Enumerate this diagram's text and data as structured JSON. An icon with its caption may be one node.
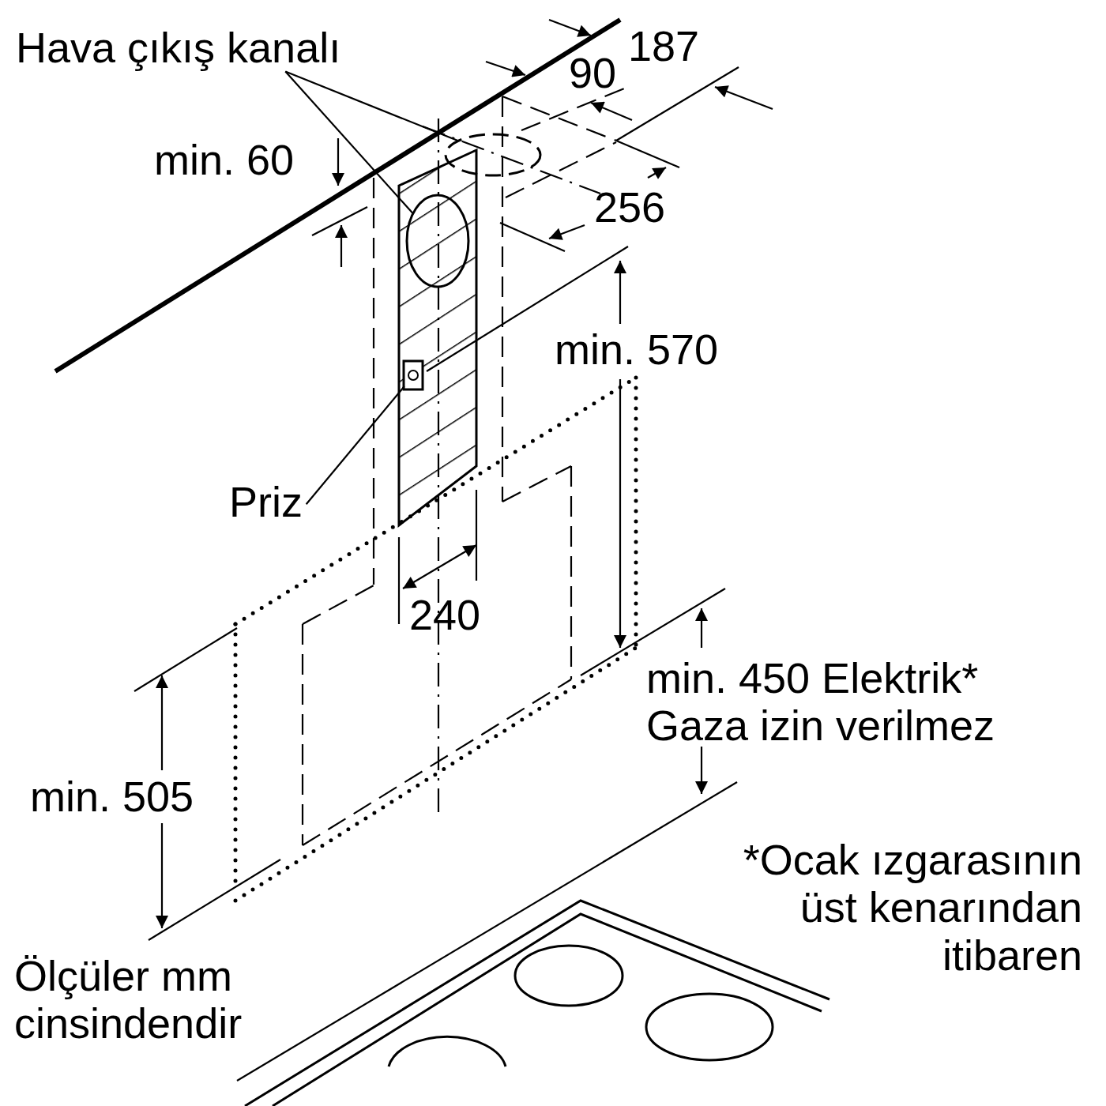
{
  "diagram": {
    "nodes": [
      {
        "text": [
          "Hava çıkış kanalı"
        ]
      },
      {
        "text": [],
        "shape": "circle"
      },
      {
        "text": [],
        "shape": "circle"
      },
      {
        "text": [
          "Priz"
        ]
      },
      {
        "text": [],
        "shape": "box"
      }
    ],
    "edges": [
      {
        "from": 0,
        "to": 1,
        "arrow": "none"
      },
      {
        "from": 0,
        "to": 2,
        "arrow": "none"
      },
      {
        "from": 3,
        "to": 4,
        "arrow": "none"
      }
    ],
    "labels": [
      "187",
      "90",
      "min. 60",
      "256",
      "min. 570",
      "240",
      "min. 450 Elektrik*",
      "Gaza izin verilmez",
      "min. 505",
      "*Ocak ızgarasının üst kenarından itibaren",
      "Ölçüler mm cinsindendir"
    ]
  }
}
